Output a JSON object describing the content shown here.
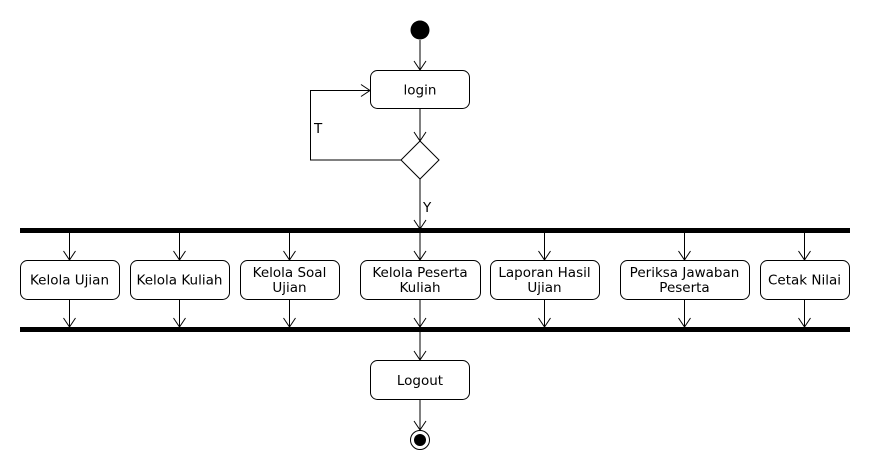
{
  "diagram": {
    "type": "uml-activity",
    "start_label": "",
    "login": "login",
    "guard_retry": "T",
    "guard_continue": "Y",
    "activities": [
      {
        "lines": [
          "Kelola Ujian"
        ]
      },
      {
        "lines": [
          "Kelola Kuliah"
        ]
      },
      {
        "lines": [
          "Kelola Soal",
          "Ujian"
        ]
      },
      {
        "lines": [
          "Kelola Peserta",
          "Kuliah"
        ]
      },
      {
        "lines": [
          "Laporan Hasil",
          "Ujian"
        ]
      },
      {
        "lines": [
          "Periksa Jawaban",
          "Peserta"
        ]
      },
      {
        "lines": [
          "Cetak Nilai"
        ]
      }
    ],
    "logout": "Logout",
    "colors": {
      "stroke": "#000000",
      "fill": "#ffffff",
      "bar": "#000000"
    }
  }
}
